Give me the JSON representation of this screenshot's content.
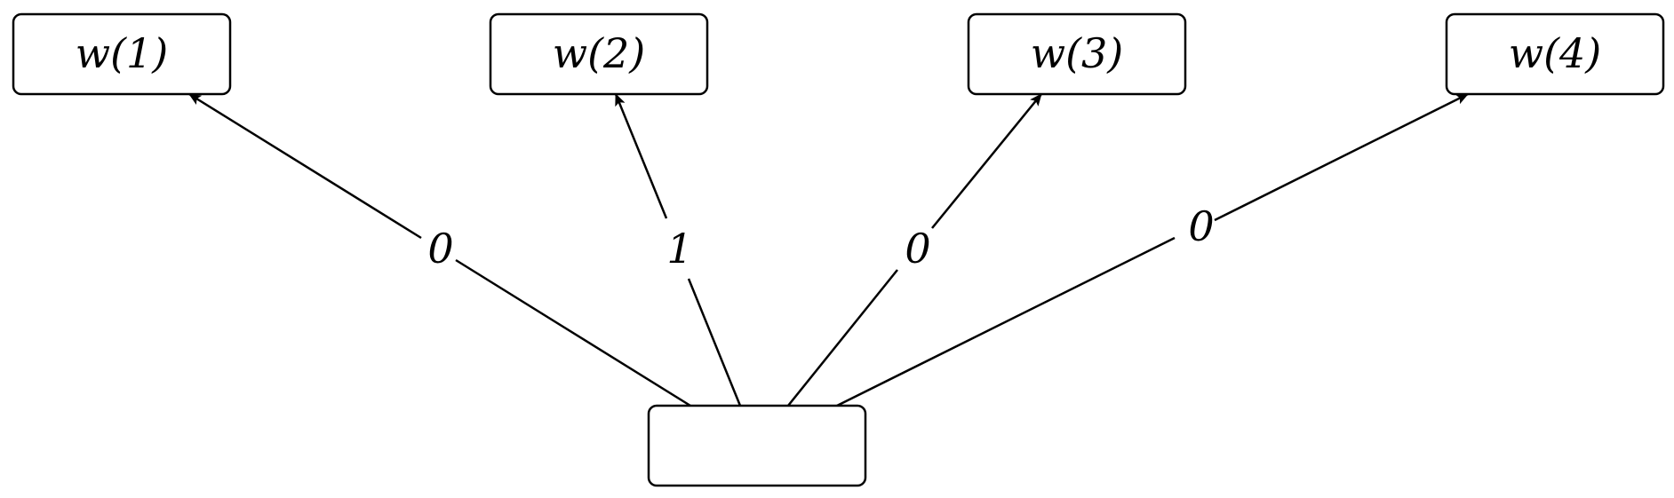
{
  "diagram": {
    "source": {
      "label": ""
    },
    "targets": [
      {
        "label": "w(1)"
      },
      {
        "label": "w(2)"
      },
      {
        "label": "w(3)"
      },
      {
        "label": "w(4)"
      }
    ],
    "edges": [
      {
        "label": "0"
      },
      {
        "label": "1"
      },
      {
        "label": "0"
      },
      {
        "label": "0"
      }
    ]
  }
}
